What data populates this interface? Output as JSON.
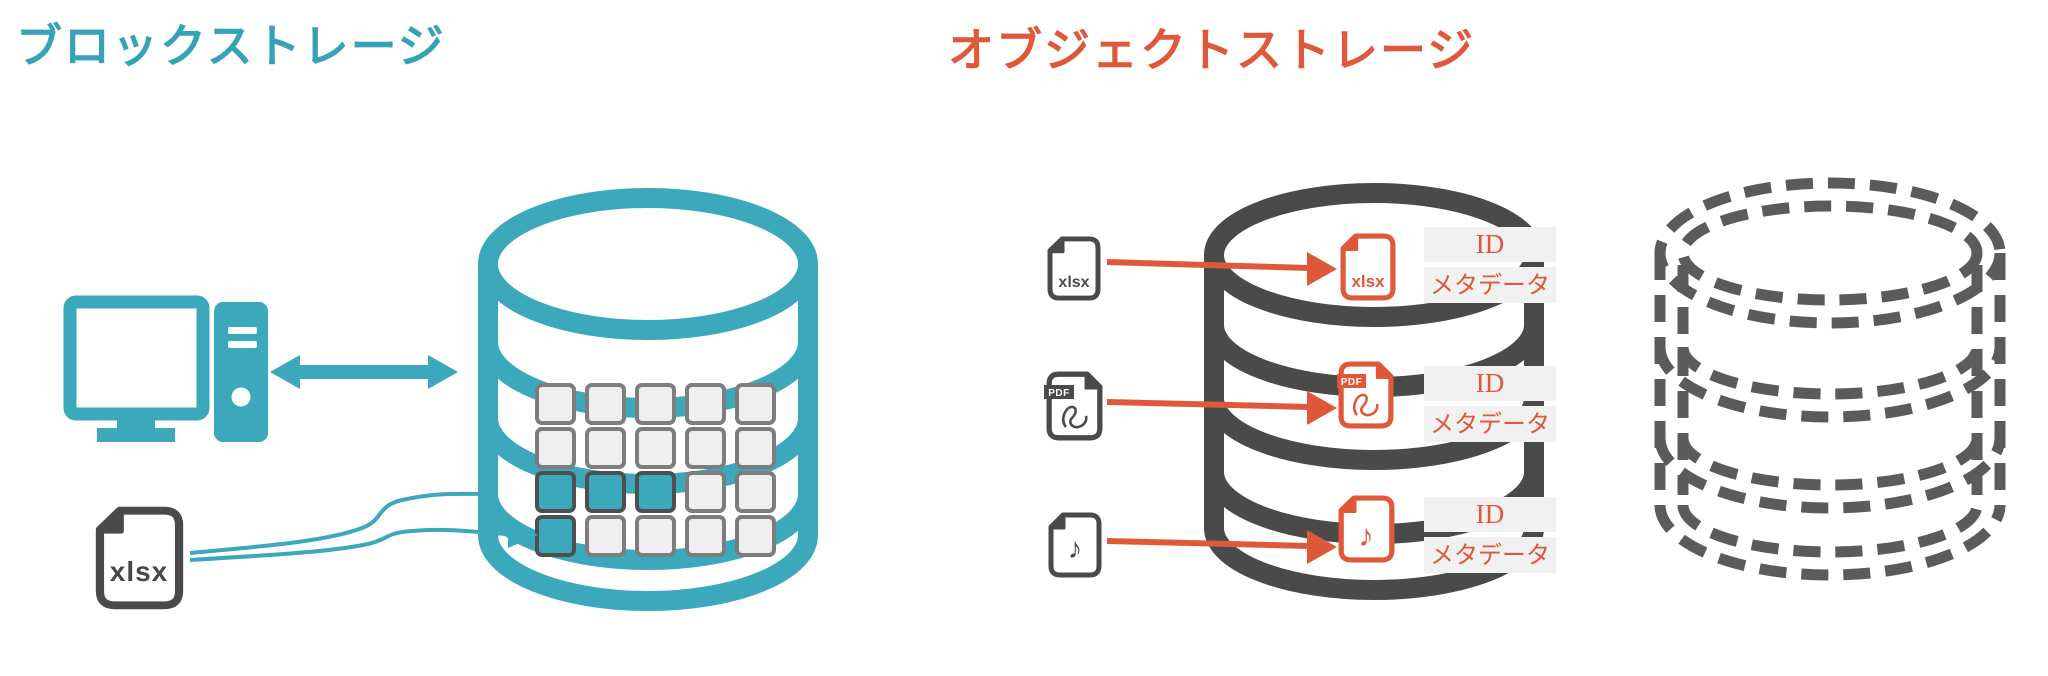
{
  "left": {
    "title": "ブロックストレージ",
    "file_label": "xlsx",
    "grid": {
      "rows": 4,
      "cols": 5,
      "filled": [
        [
          2,
          0
        ],
        [
          2,
          1
        ],
        [
          2,
          2
        ],
        [
          3,
          0
        ]
      ]
    }
  },
  "right": {
    "title": "オブジェクトストレージ",
    "objects": [
      {
        "type": "spreadsheet",
        "label": "xlsx",
        "id_label": "ID",
        "meta_label": "メタデータ"
      },
      {
        "type": "pdf",
        "label": "PDF",
        "id_label": "ID",
        "meta_label": "メタデータ"
      },
      {
        "type": "audio",
        "label": "♪",
        "id_label": "ID",
        "meta_label": "メタデータ"
      }
    ]
  },
  "icons": {
    "left": [
      "desktop-computer-icon",
      "double-arrow-icon",
      "xlsx-file-icon",
      "block-database-icon"
    ],
    "right": [
      "xlsx-file-icon",
      "pdf-file-icon",
      "audio-file-icon",
      "object-database-icon",
      "dashed-database-icon"
    ]
  },
  "colors": {
    "teal": "#3BA8BB",
    "teal_title": "#35A2B6",
    "orange": "#E0583A",
    "dark_gray": "#4A4A4A",
    "dashed_gray": "#5B5B5B",
    "cell_fill": "#EFEFEF",
    "cell_border": "#7D7D7D",
    "label_bg": "#F1F1F1",
    "file_icon_gray": "#4A4A4A"
  }
}
